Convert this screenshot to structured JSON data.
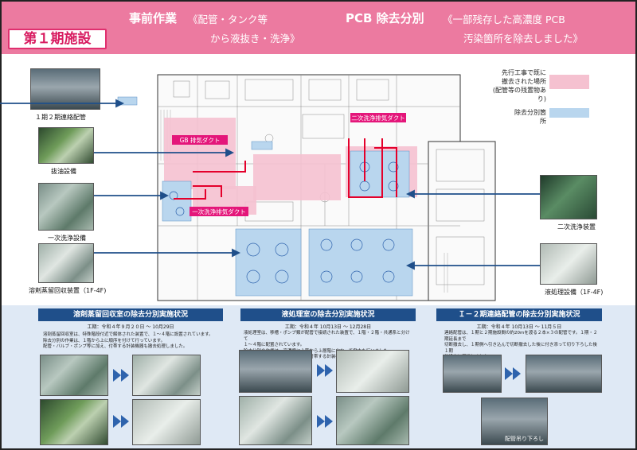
{
  "header": {
    "facility_label": "第１期施設",
    "title_left": "事前作業",
    "sub_left_1": "《配管・タンク等",
    "sub_left_2": "から液抜き・洗浄》",
    "title_right": "PCB 除去分別",
    "sub_right_1": "《一部残存した高濃度 PCB",
    "sub_right_2": "汚染箇所を除去しました》"
  },
  "colors": {
    "header_pink": "#ec7aa0",
    "removed_pink": "#f5c1d0",
    "separation_blue": "#b9d6ee",
    "arrow_blue": "#1f4f8a",
    "duct_red": "#e4002b"
  },
  "left_photos": [
    {
      "caption": "１期２期連絡配管",
      "icon": "pipe-bridge-photo"
    },
    {
      "caption": "抜油設備",
      "icon": "oil-equipment-photo"
    },
    {
      "caption": "一次洗浄設備",
      "icon": "primary-wash-photo"
    },
    {
      "caption": "溶剤蒸留回収装置（1F-4F)",
      "icon": "solvent-distill-photo"
    }
  ],
  "right_photos": [
    {
      "caption": "二次洗浄装置",
      "icon": "secondary-wash-photo"
    },
    {
      "caption": "液処理設備（1F-4F)",
      "icon": "liquid-treatment-photo"
    }
  ],
  "legend": {
    "removed_text": "先行工事で既に\n撤去された場所\n(配管等の残置物あり)",
    "separation_text": "除去分別箇所"
  },
  "plan_labels": {
    "gb_duct": "GB 排気ダクト",
    "secondary_duct": "二次洗浄排気ダクト",
    "primary_duct": "一次洗浄排気ダクト"
  },
  "panels": [
    {
      "title": "溶剤蒸留回収室の除去分別実施状況",
      "period": "工期：令和４年９月２０日 ～ 10月29日",
      "body": "溶剤蒸留回収室は、特殊階段付近で解体された装置で、１～４階に設置されています。\n除去分別の作業は、１階から上に順序を付けて行っています。\n配管・バルブ・ポンプ等に加え、付帯する計装機器も撤去処理しました。"
    },
    {
      "title": "液処理室の除去分別実施状況",
      "period": "工期：令和４年 10月13日 ～ 12月28日",
      "body": "液処理室は、移槽・ポンプ類が配管で接続された装置で、１階・２階・共通系と分けて\n１～４階に配置されています。\n除去分別の作業は、高濃度に１階から上層階に向かって撤去を行いました。\n配管・バルブ・ポンプ等に加え、付帯する計装機器も撤去処理しました。"
    },
    {
      "title": "Ｉ－２期連絡配管の除去分別実施状況",
      "period": "工期：令和４年 10月13日 ～ 11月５日",
      "body": "連絡配管は、１期と２期施設間の約20mを渡る２本×３の配管です。１期・２期延長まで\n切断撤去し、１期側へ引き込んで切断撤去した後に付き添って切り下ろした後１期\n施設内に搬送しました。"
    }
  ],
  "pipe_caption": "配管吊り下ろし"
}
